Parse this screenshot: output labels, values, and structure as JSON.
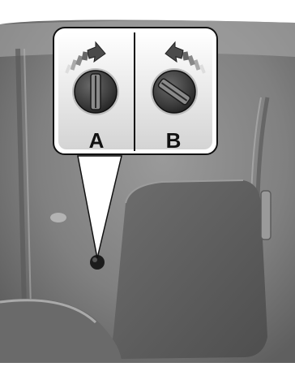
{
  "callout": {
    "label_a": "A",
    "label_b": "B"
  },
  "colors": {
    "panel_background": "#7d7d7d",
    "dial_dark": "#3a3a3a",
    "arrow": "#4a4a4a",
    "callout_fill": "#ffffff"
  },
  "dials": [
    {
      "name": "A",
      "slot_orientation": "vertical",
      "rotation_hint": "clockwise"
    },
    {
      "name": "B",
      "slot_orientation": "diagonal",
      "rotation_hint": "counterclockwise"
    }
  ]
}
